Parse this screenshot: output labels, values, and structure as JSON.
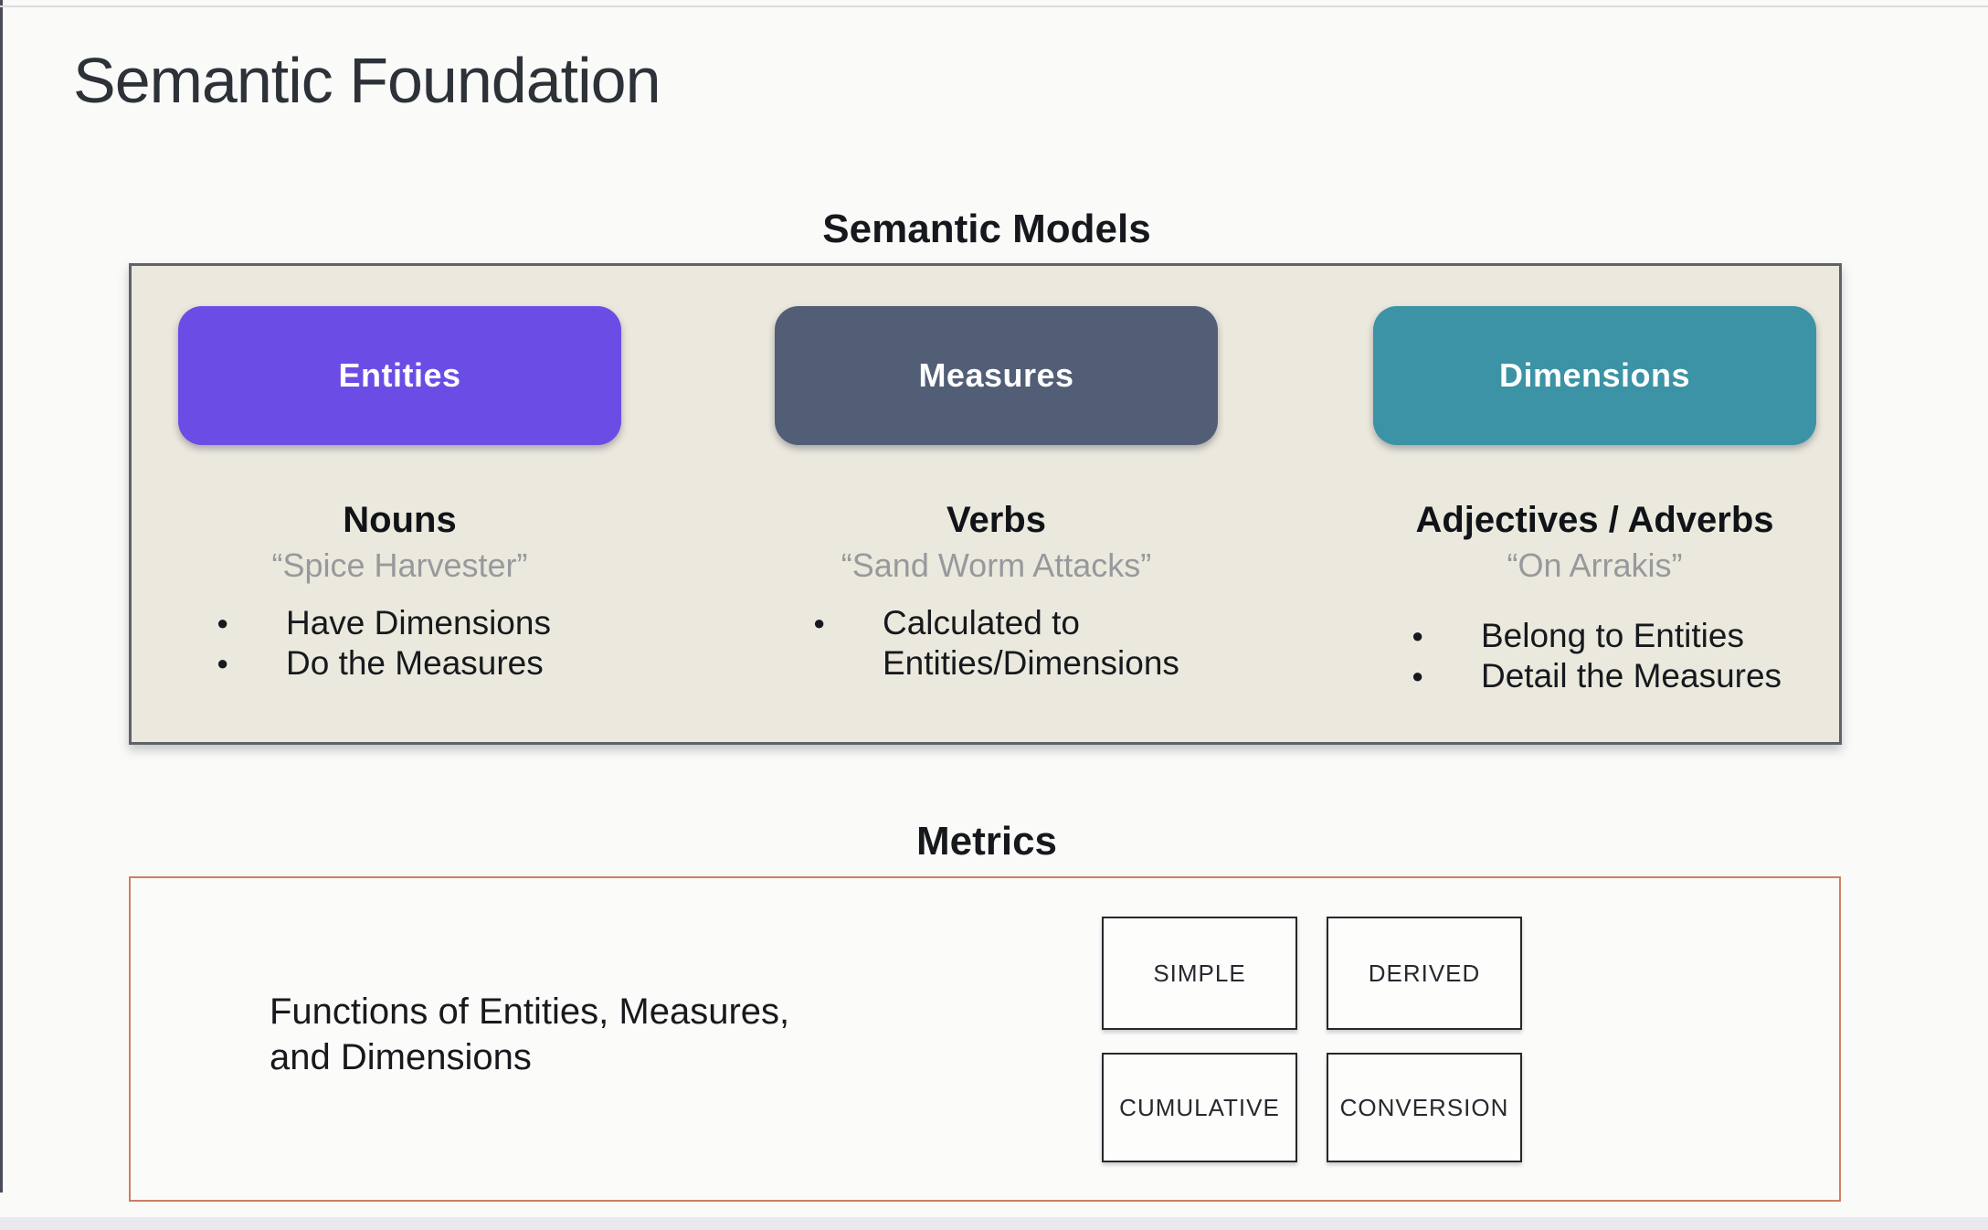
{
  "slide": {
    "title": "Semantic Foundation"
  },
  "semantic_models": {
    "heading": "Semantic Models",
    "panel_bg": "#ebe9dd",
    "columns": [
      {
        "pill_label": "Entities",
        "pill_color": "#6b4de6",
        "role_heading": "Nouns",
        "quote": "“Spice Harvester”",
        "bullets": [
          "Have Dimensions",
          "Do the Measures"
        ]
      },
      {
        "pill_label": "Measures",
        "pill_color": "#525e76",
        "role_heading": "Verbs",
        "quote": "“Sand Worm Attacks”",
        "bullets": [
          "Calculated to Entities/Dimensions"
        ]
      },
      {
        "pill_label": "Dimensions",
        "pill_color": "#3b93a5",
        "role_heading": "Adjectives / Adverbs",
        "quote": "“On Arrakis”",
        "bullets": [
          "Belong to Entities",
          "Detail the Measures"
        ]
      }
    ]
  },
  "metrics": {
    "heading": "Metrics",
    "accent_border": "#cd7f63",
    "description": [
      "Functions of Entities, Measures,",
      "and Dimensions"
    ],
    "types": [
      "SIMPLE",
      "DERIVED",
      "CUMULATIVE",
      "CONVERSION"
    ]
  }
}
